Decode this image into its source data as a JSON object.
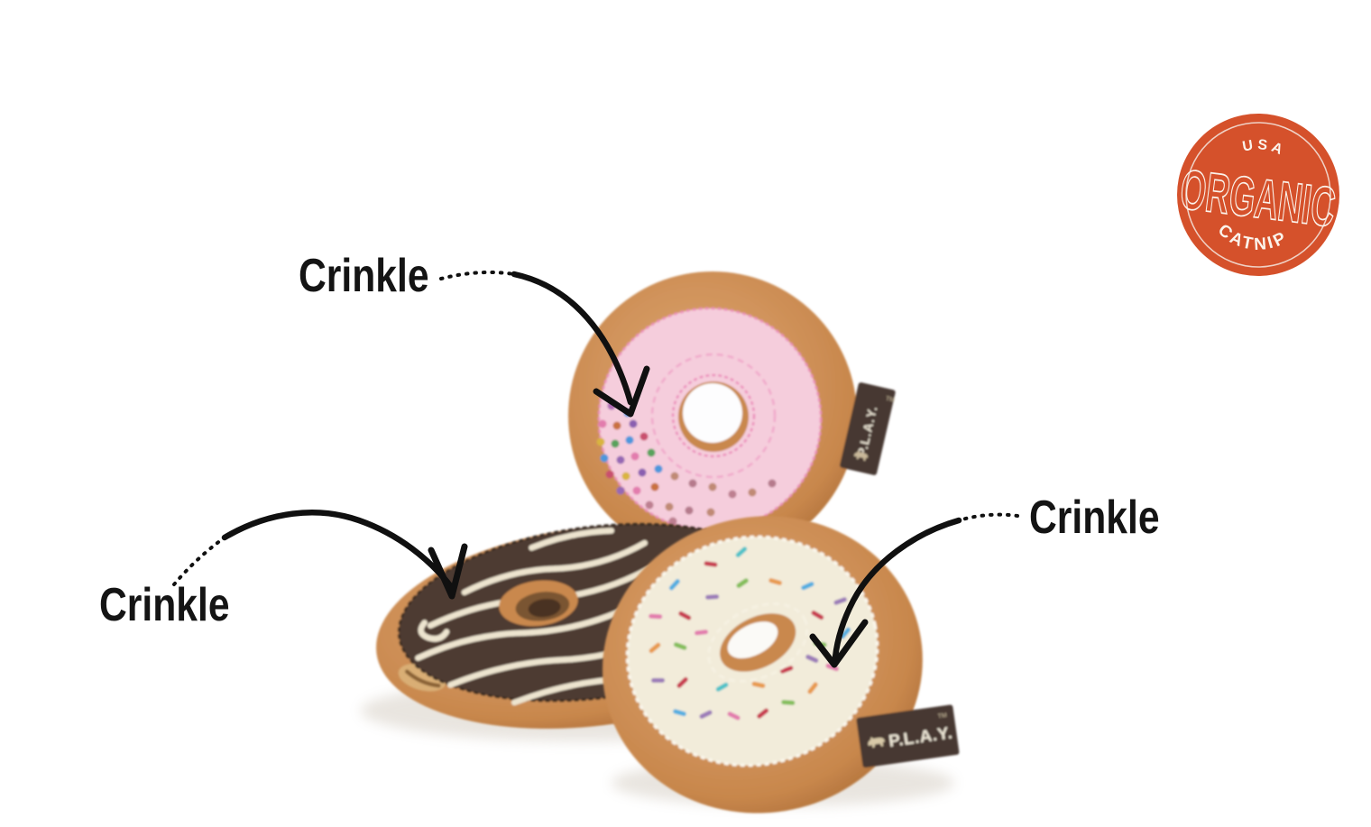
{
  "scene": {
    "description": "Three plush donut cat toys (pink frosted, chocolate drizzle, vanilla sprinkle) on white background",
    "background_color": "#FFFFFF"
  },
  "annotations": {
    "top": {
      "label": "Crinkle"
    },
    "left": {
      "label": "Crinkle"
    },
    "right": {
      "label": "Crinkle"
    }
  },
  "badge": {
    "top_text": "USA",
    "main_text": "ORGANIC",
    "bottom_text": "CATNIP",
    "bg_color": "#D5512B",
    "text_color": "#FBF3EB"
  },
  "brand": {
    "tag_label": "P.L.A.Y.",
    "trademark": "TM",
    "tag_color": "#473831",
    "logo_icon": "dog-silhouette"
  },
  "donuts": {
    "pink": {
      "name": "pink frosted donut with sprinkle dots",
      "frosting_color": "#F5CDDC",
      "dough_color": "#C8874C",
      "stitch_color": "#EC8FBC"
    },
    "chocolate": {
      "name": "chocolate frosted donut with icing drizzle",
      "frosting_color": "#4E3A30",
      "dough_color": "#C8874C",
      "drizzle_color": "#EDE4CF"
    },
    "vanilla": {
      "name": "vanilla frosted donut with bar sprinkles",
      "frosting_color": "#F2ECDA",
      "dough_color": "#C8874C"
    }
  }
}
